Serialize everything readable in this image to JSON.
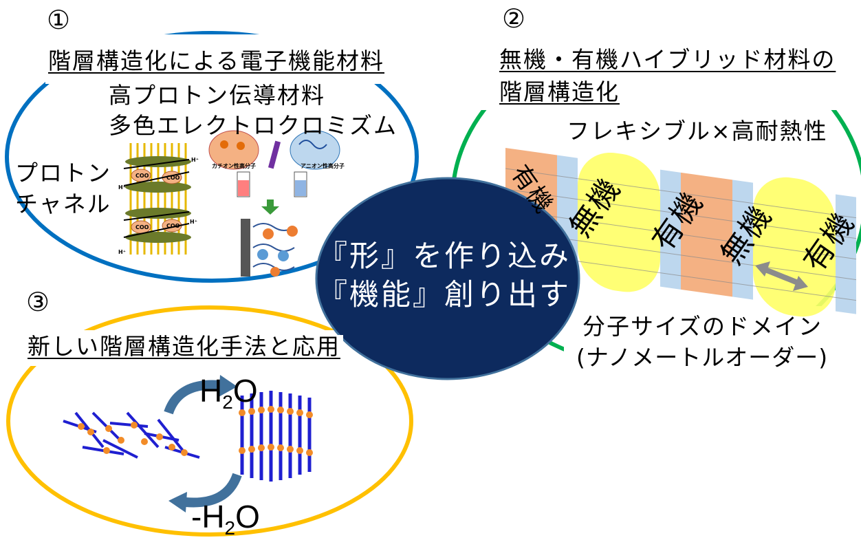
{
  "colors": {
    "blue": "#0070c0",
    "green": "#00b050",
    "gold": "#ffc000",
    "navy": "#0d2a5e",
    "orange": "#f4b183",
    "lightblue": "#bdd7ee",
    "yellow": "#ffff66"
  },
  "section1": {
    "number": "①",
    "title": "階層構造化による電子機能材料",
    "line1": "高プロトン伝導材料",
    "line2": "多色エレクトロクロミズム",
    "channel_line1": "プロトン",
    "channel_line2": "チャネル",
    "cation_label": "カチオン性高分子",
    "anion_label": "アニオン性高分子",
    "h_plus": "H⁺",
    "coo": "COO"
  },
  "section2": {
    "number": "②",
    "title_line1": "無機・有機ハイブリッド材料の",
    "title_line2": "階層構造化",
    "subtitle": "フレキシブル×高耐熱性",
    "inorganic": "無機",
    "organic": "有機",
    "domain_line1": "分子サイズのドメイン",
    "domain_line2": " (ナノメートルオーダー)"
  },
  "section3": {
    "number": "③",
    "title": "新しい階層構造化手法と応用",
    "h2o_top": "H",
    "h2o_sub": "2",
    "h2o_o": "O",
    "h2o_bottom_prefix": "-H",
    "h2o_bottom_sub": "2",
    "h2o_bottom_o": "O"
  },
  "center": {
    "line1": "『形』を作り込み",
    "line2": "『機能』創り出す"
  }
}
